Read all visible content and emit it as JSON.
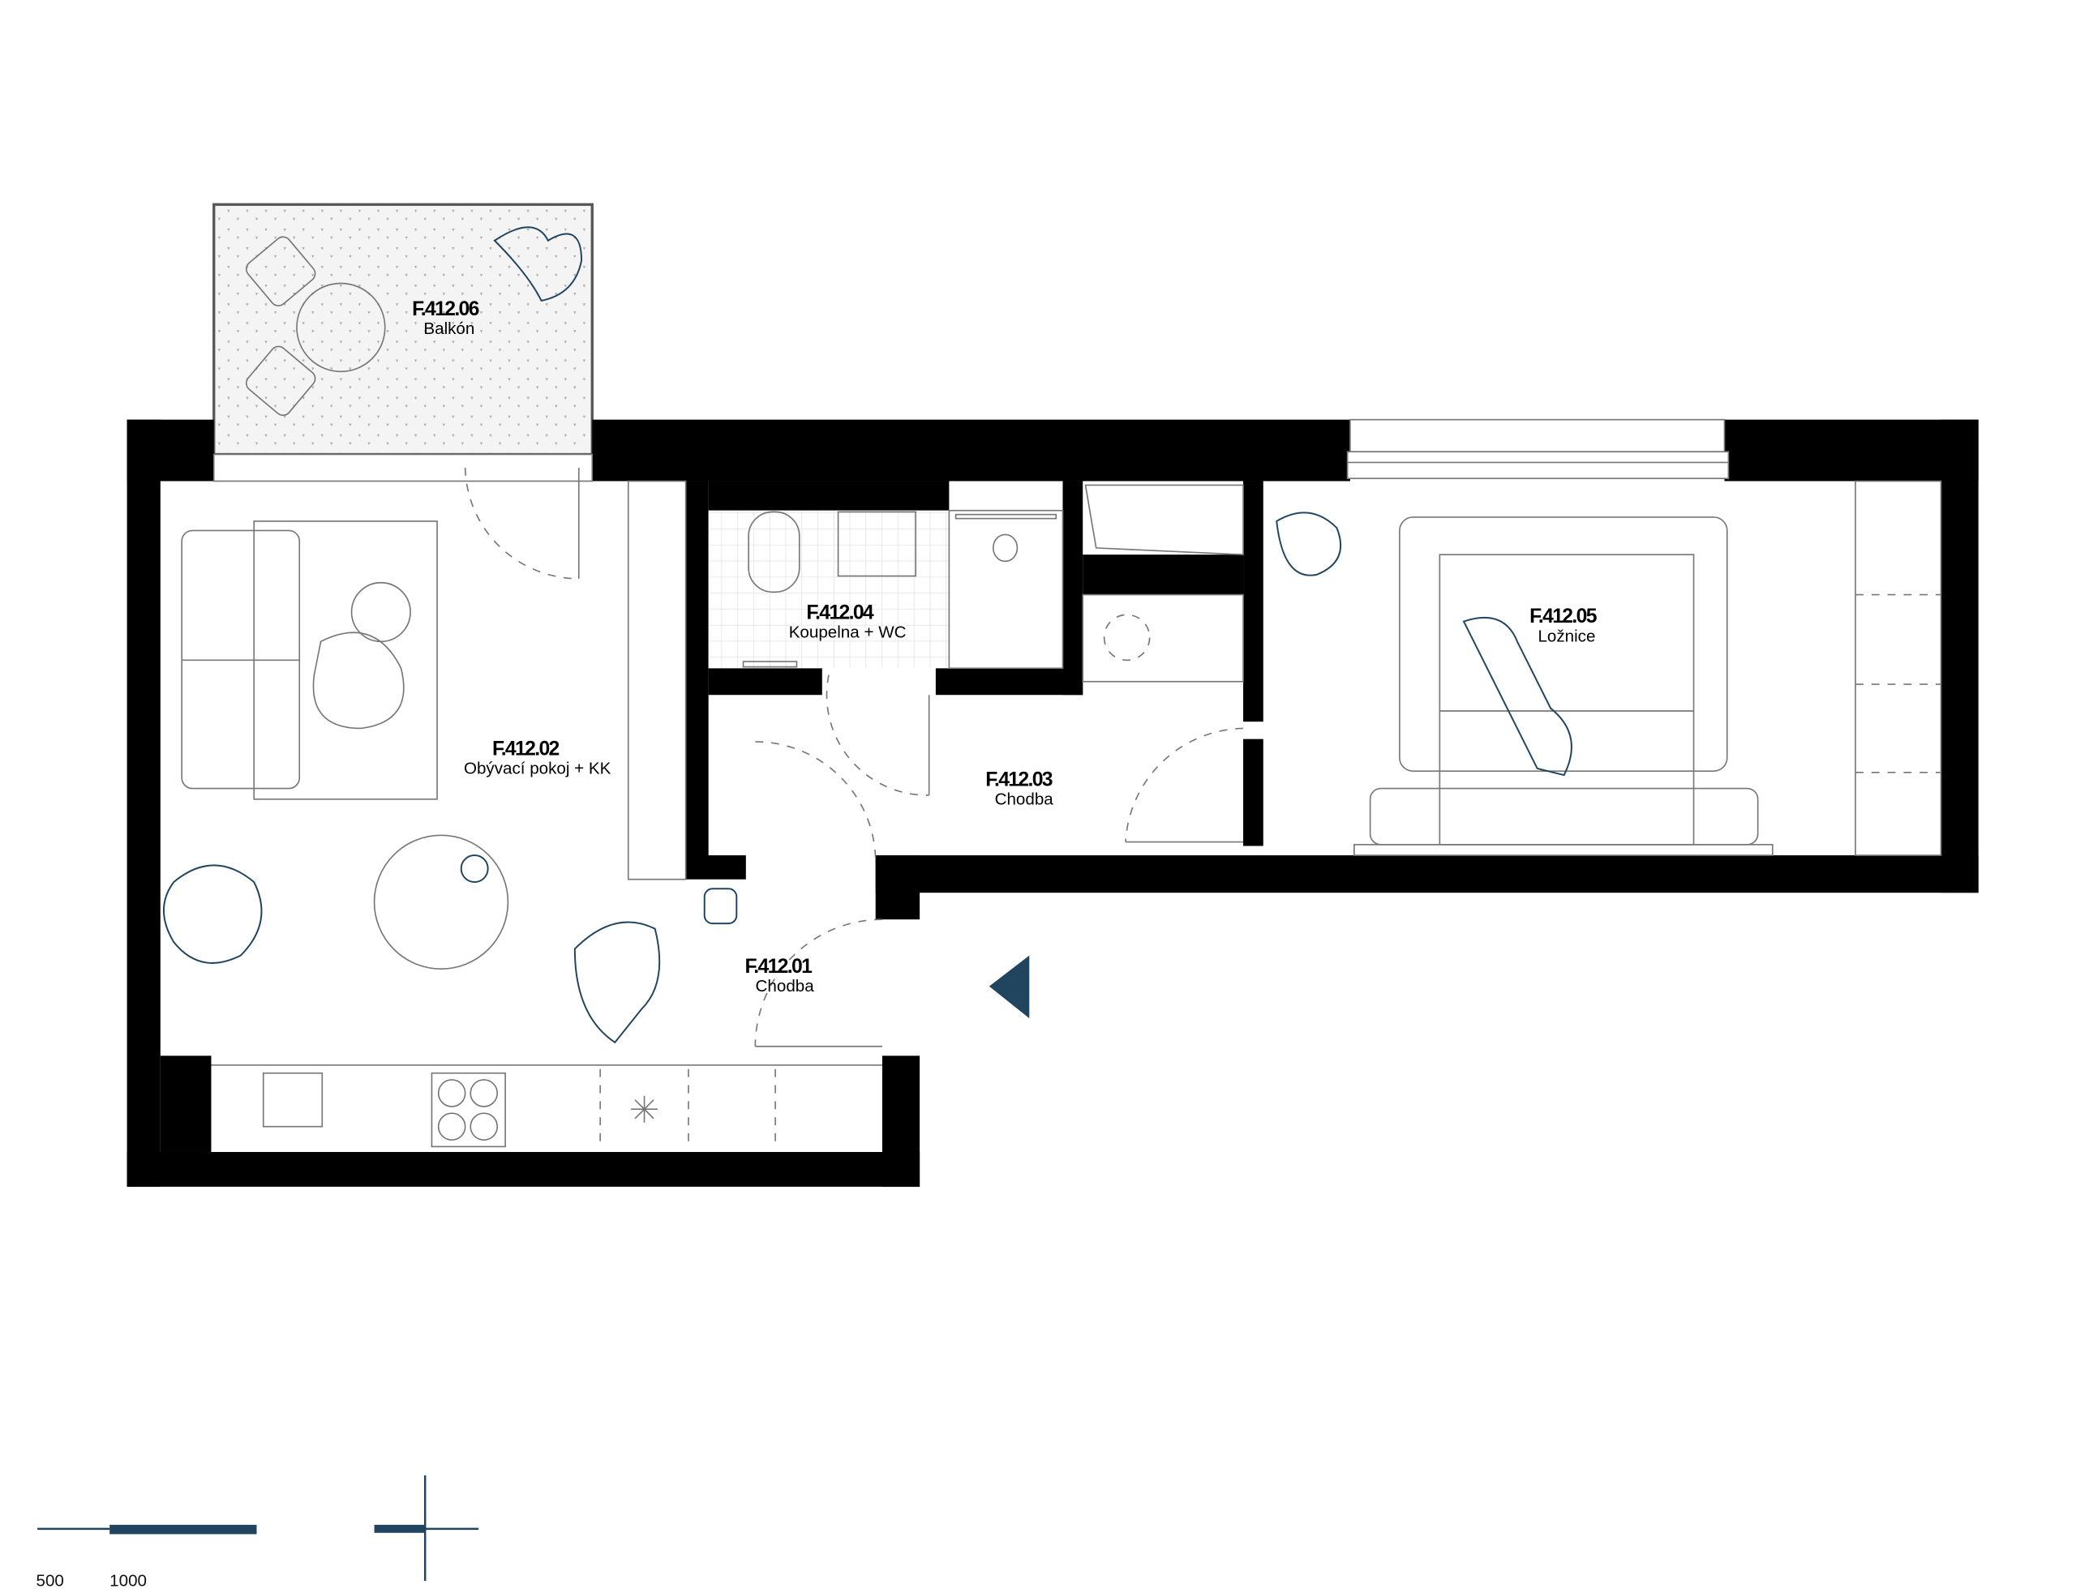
{
  "rooms": {
    "balcony": {
      "code": "F.412.06",
      "name": "Balkón"
    },
    "living": {
      "code": "F.412.02",
      "name": "Obývací pokoj + KK"
    },
    "bathroom": {
      "code": "F.412.04",
      "name": "Koupelna + WC"
    },
    "hall": {
      "code": "F.412.03",
      "name": "Chodba"
    },
    "bedroom": {
      "code": "F.412.05",
      "name": "Ložnice"
    },
    "entry": {
      "code": "F.412.01",
      "name": "Chodba"
    }
  },
  "scale_bar": {
    "label_500": "500",
    "label_1000": "1000"
  },
  "colors": {
    "accent": "#22455f",
    "wall": "#000000"
  }
}
